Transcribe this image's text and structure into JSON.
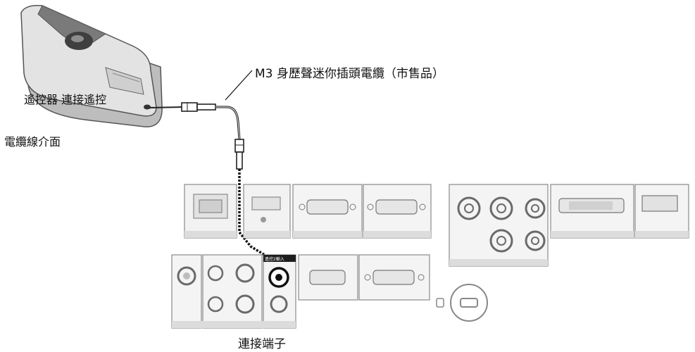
{
  "labels": {
    "cable": "M3 身歷聲迷你插頭電纜（市售品）",
    "remote_connect": "遙控器 連接遙控",
    "cable_interface": "電纜線介面",
    "terminal": "連接端子"
  },
  "panel_labels": {
    "remote_jack": "遙控2輸入"
  },
  "colors": {
    "line": "#111111",
    "panel_stroke": "#8a8a8a",
    "panel_fill": "#f4f4f4",
    "remote_body": "#d9d9d9",
    "remote_dark": "#6b6b6b"
  }
}
